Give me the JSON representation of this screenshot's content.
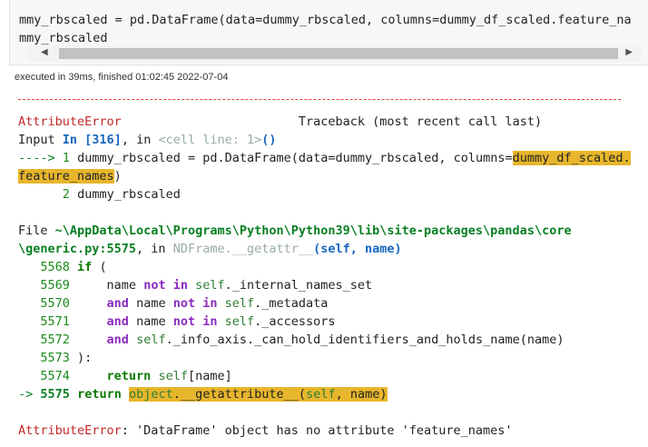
{
  "cell": {
    "line1": "mmy_rbscaled = pd.DataFrame(data=dummy_rbscaled, columns=dummy_df_scaled.feature_na",
    "line2": "mmy_rbscaled"
  },
  "exec_status": "executed in 39ms, finished 01:02:45 2022-07-04",
  "traceback": {
    "error_name": "AttributeError",
    "header_right": "Traceback (most recent call last)",
    "input_prefix": "Input ",
    "input_label": "In [316]",
    "input_sep": ", in ",
    "cell_line": "<cell line: 1>",
    "call_parens": "()",
    "arrow": "---->",
    "line1_no": "1",
    "line1_code": "dummy_rbscaled = pd.DataFrame(data=dummy_rbscaled, columns=",
    "line1_hl_a": "dummy_df_scaled.",
    "line1_hl_b": "feature_names",
    "line1_close": ")",
    "line2_no": "2",
    "line2_code": "dummy_rbscaled",
    "file_label": "File ",
    "file_path_a": "~\\AppData\\Local\\Programs\\Python\\Python39\\lib\\site-packages\\pandas\\core",
    "file_path_b": "\\generic.py:5575",
    "file_in": ", in ",
    "func_name": "NDFrame.__getattr__",
    "func_args": "(self, name)",
    "src": [
      {
        "no": "5568",
        "code_kw": "if",
        "code": " ("
      },
      {
        "no": "5569",
        "a": "name ",
        "b": "not in",
        "c": " self",
        "d": "._internal_names_set"
      },
      {
        "no": "5570",
        "a": "and",
        "b": " name ",
        "c": "not in",
        "d": " self",
        "e": "._metadata"
      },
      {
        "no": "5571",
        "a": "and",
        "b": " name ",
        "c": "not in",
        "d": " self",
        "e": "._accessors"
      },
      {
        "no": "5572",
        "a": "and",
        "b": " self",
        "c": "._info_axis._can_hold_identifiers_and_holds_name(name)"
      },
      {
        "no": "5573",
        "code": "):"
      },
      {
        "no": "5574",
        "a": "return",
        "b": " self",
        "c": "[name]"
      }
    ],
    "last_arrow": "->",
    "last_no": "5575",
    "last_kw": "return",
    "last_hl_a": "object",
    "last_hl_b": ".__getattribute__(",
    "last_hl_c": "self",
    "last_hl_d": ", name)",
    "final_error": "AttributeError",
    "final_msg": ": 'DataFrame' object has no attribute 'feature_names'"
  }
}
